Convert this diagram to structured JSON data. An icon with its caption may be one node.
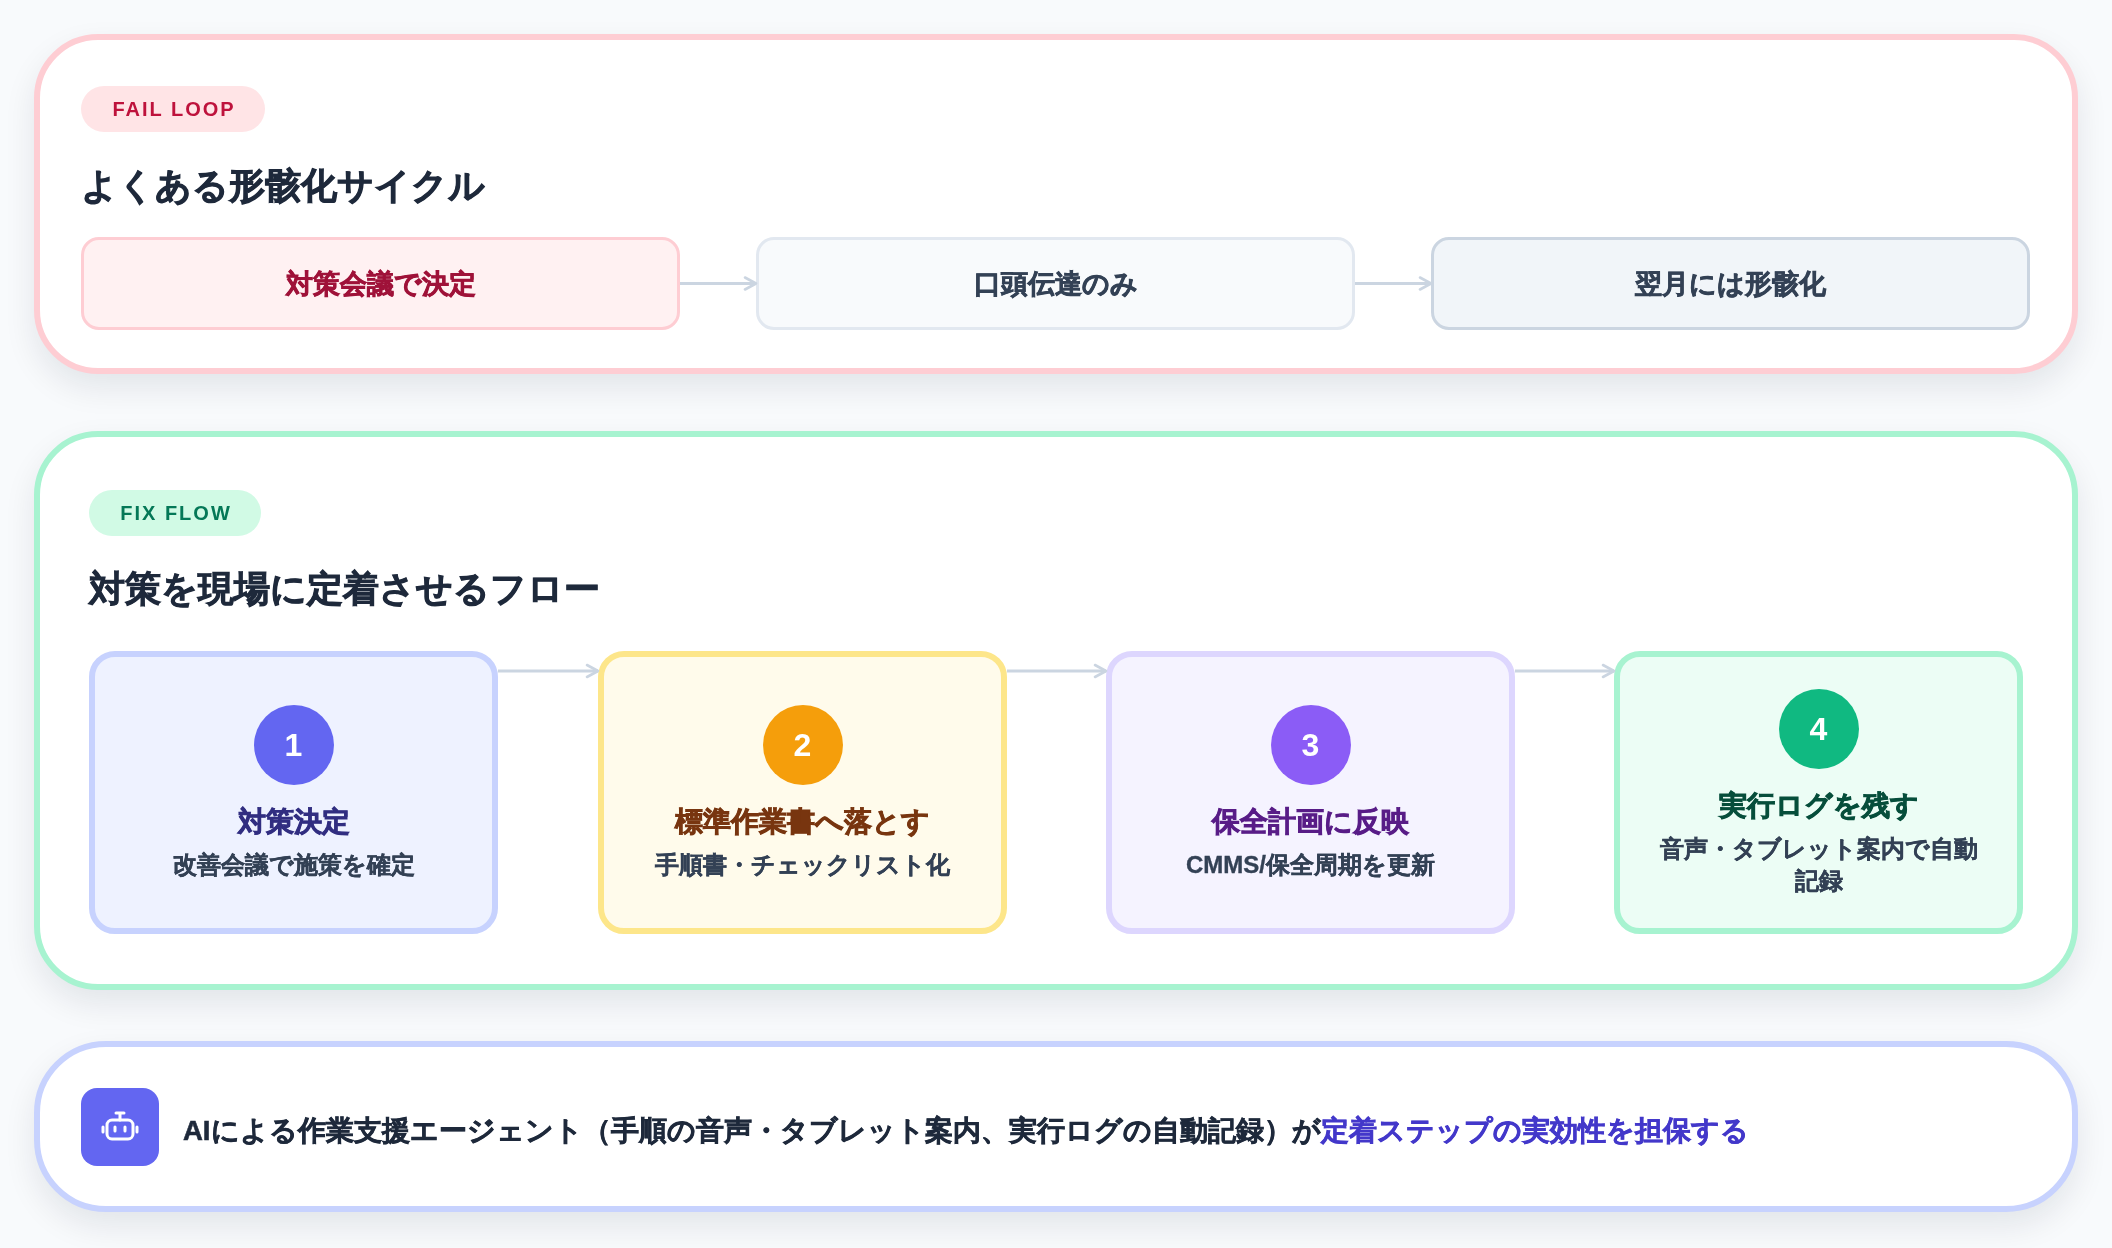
{
  "diagram": {
    "nodes": [
      {
        "text": [
          "よくある形骸化サイクル"
        ]
      },
      {
        "text": [
          "FAIL LOOP"
        ],
        "in": 0
      },
      {
        "text": [
          "対策会議で決定"
        ],
        "in": 0
      },
      {
        "text": [
          "口頭伝達のみ"
        ],
        "in": 0
      },
      {
        "text": [
          "翌月には形骸化"
        ],
        "in": 0
      },
      {
        "text": [
          "対策を現場に定着させるフロー"
        ]
      },
      {
        "text": [
          "FIX FLOW"
        ],
        "in": 5
      },
      {
        "text": [
          "対策決定",
          "改善会議で施策を確定"
        ],
        "in": 5
      },
      {
        "text": [
          "1"
        ],
        "in": 7
      },
      {
        "text": [
          "標準作業書へ落とす",
          "手順書・チェックリスト化"
        ],
        "in": 5
      },
      {
        "text": [
          "2"
        ],
        "in": 9
      },
      {
        "text": [
          "保全計画に反映",
          "CMMS/保全周期を更新"
        ],
        "in": 5
      },
      {
        "text": [
          "3"
        ],
        "in": 11
      },
      {
        "text": [
          "実行ログを残す",
          "音声・タブレット案内で自動記録"
        ],
        "in": 5
      },
      {
        "text": [
          "4"
        ],
        "in": 13
      },
      {
        "text": [
          "AIによる作業支援エージェント（手順の音声・タブレット案内、実行ログの自動記録）が**定着ステップの実効性を担保する**"
        ]
      }
    ],
    "edges": [
      {
        "from": 2,
        "to": 3,
        "arrow": "to"
      },
      {
        "from": 3,
        "to": 4,
        "arrow": "to"
      },
      {
        "from": 7,
        "to": 9,
        "arrow": "to"
      },
      {
        "from": 9,
        "to": 11,
        "arrow": "to"
      },
      {
        "from": 11,
        "to": 13,
        "arrow": "to"
      }
    ]
  }
}
